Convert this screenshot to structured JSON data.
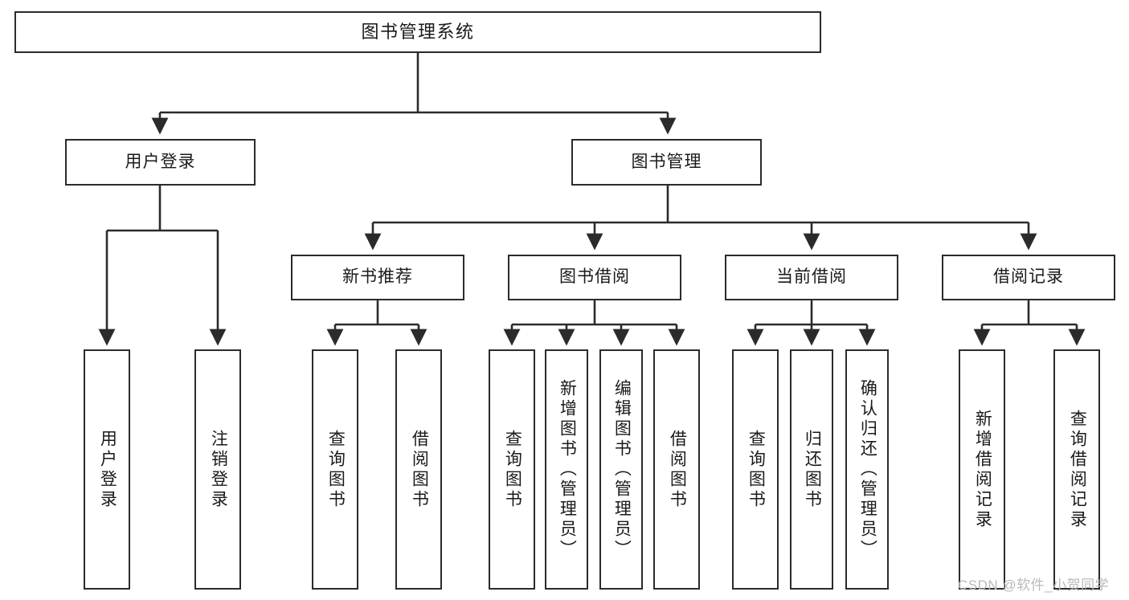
{
  "diagram": {
    "title": "图书管理系统",
    "type": "tree-structure-chart",
    "stroke_color": "#2b2b2b",
    "fill_color": "#ffffff",
    "watermark": "CSDN @软件_小贺同学"
  },
  "nodes": {
    "root": {
      "label": "图书管理系统"
    },
    "level2": [
      {
        "id": "user-login",
        "label": "用户登录"
      },
      {
        "id": "book-manage",
        "label": "图书管理"
      }
    ],
    "level3": [
      {
        "id": "new-book-recommend",
        "label": "新书推荐"
      },
      {
        "id": "book-borrow",
        "label": "图书借阅"
      },
      {
        "id": "current-borrow",
        "label": "当前借阅"
      },
      {
        "id": "borrow-record",
        "label": "借阅记录"
      }
    ],
    "leaves": {
      "user_login": [
        {
          "id": "leaf-user-login",
          "label": "用户登录"
        },
        {
          "id": "leaf-logout-login",
          "label": "注销登录"
        }
      ],
      "new_book_recommend": [
        {
          "id": "leaf-query-book-1",
          "label": "查询图书"
        },
        {
          "id": "leaf-borrow-book-1",
          "label": "借阅图书"
        }
      ],
      "book_borrow": [
        {
          "id": "leaf-query-book-2",
          "label": "查询图书"
        },
        {
          "id": "leaf-add-book",
          "label": "新增图书（管理员）"
        },
        {
          "id": "leaf-edit-book",
          "label": "编辑图书（管理员）"
        },
        {
          "id": "leaf-borrow-book-2",
          "label": "借阅图书"
        }
      ],
      "current_borrow": [
        {
          "id": "leaf-query-book-3",
          "label": "查询图书"
        },
        {
          "id": "leaf-return-book",
          "label": "归还图书"
        },
        {
          "id": "leaf-confirm-return",
          "label": "确认归还（管理员）"
        }
      ],
      "borrow_record": [
        {
          "id": "leaf-add-record",
          "label": "新增借阅记录"
        },
        {
          "id": "leaf-query-record",
          "label": "查询借阅记录"
        }
      ]
    }
  }
}
